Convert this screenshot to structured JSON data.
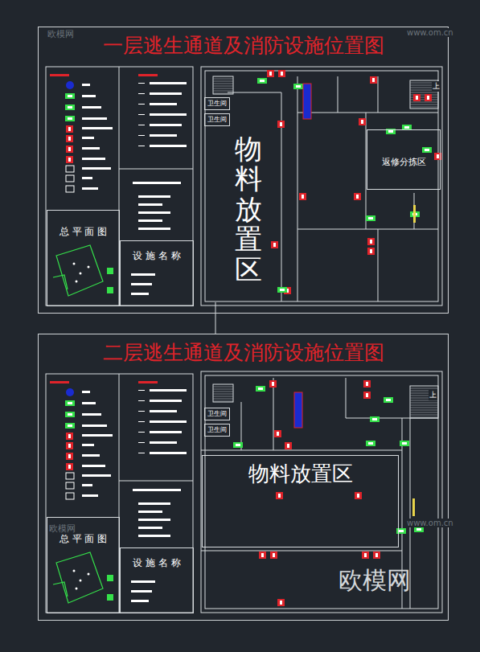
{
  "diagram": {
    "nodes": [
      {
        "text": [
          "一层逃生通道及消防设施位置图"
        ]
      },
      {
        "text": [
          "总 平 面 图"
        ],
        "in": 0
      },
      {
        "text": [
          "设 施 名 称"
        ],
        "in": 0
      },
      {
        "text": [
          "物料放置区"
        ],
        "in": 0
      },
      {
        "text": [
          "返修分拣区"
        ],
        "in": 0
      },
      {
        "text": [
          "卫生间"
        ],
        "in": 0
      },
      {
        "text": [
          "卫生间"
        ],
        "in": 0
      },
      {
        "text": [
          "二层逃生通道及消防设施位置图"
        ]
      },
      {
        "text": [
          "总 平 面 图"
        ],
        "in": 7
      },
      {
        "text": [
          "设 施 名 称"
        ],
        "in": 7
      },
      {
        "text": [
          "物料放置区"
        ],
        "in": 7
      },
      {
        "text": [
          "卫生间"
        ],
        "in": 7
      },
      {
        "text": [
          "卫生间"
        ],
        "in": 7
      }
    ],
    "edges": [
      {
        "from": 3,
        "to": 7,
        "arrow": "none"
      }
    ],
    "labels": [
      "欧模网",
      "www.om.cn",
      "欧模网",
      "www.om.cn",
      "欧模网",
      "上",
      "上"
    ]
  }
}
